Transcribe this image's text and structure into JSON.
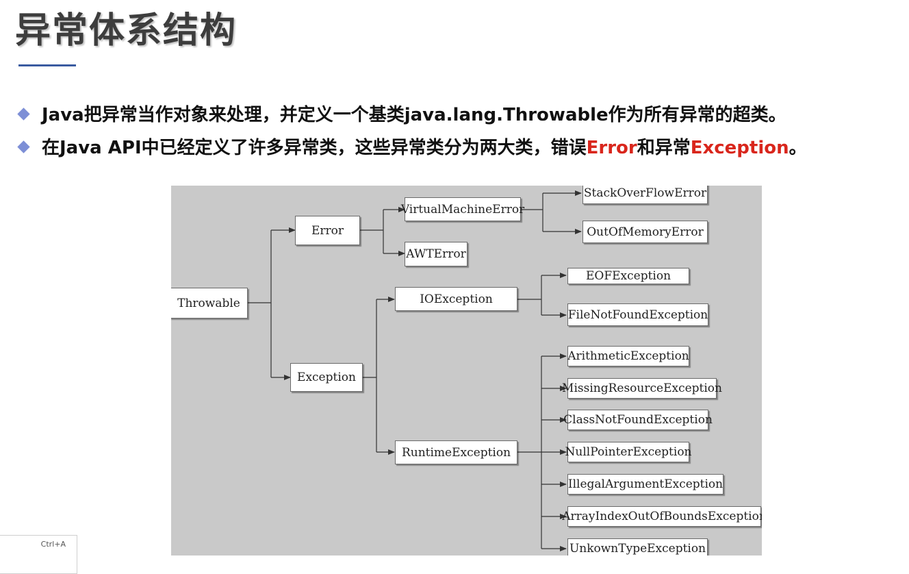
{
  "slide": {
    "title": "异常体系结构",
    "bullets": [
      {
        "text": "Java把异常当作对象来处理，并定义一个基类java.lang.Throwable作为所有异常的超类。"
      },
      {
        "text_before": "在Java API中已经定义了许多异常类，这些异常类分为两大类，错误",
        "error_word": "Error",
        "text_middle": "和异常",
        "exception_word": "Exception",
        "text_after": "。"
      }
    ]
  },
  "diagram": {
    "nodes": {
      "throwable": "Throwable",
      "error": "Error",
      "exception": "Exception",
      "vm_error": "VirtualMachineError",
      "awt_error": "AWTError",
      "stack_overflow": "StackOverFlowError",
      "out_of_memory": "OutOfMemoryError",
      "io_exception": "IOException",
      "eof_exception": "EOFException",
      "file_not_found": "FileNotFoundException",
      "runtime_exception": "RuntimeException",
      "arithmetic": "ArithmeticException",
      "missing_resource": "MissingResourceException",
      "class_not_found": "ClassNotFoundException",
      "null_pointer": "NullPointerException",
      "illegal_argument": "IllegalArgumentException",
      "array_index": "ArrayIndexOutOfBoundsException",
      "unknown_type": "UnkownTypeException"
    }
  },
  "shortcut_hint": "Ctrl+A",
  "colors": {
    "accent_red": "#d9261c",
    "bullet_diamond": "#7d8fd6",
    "diagram_bg": "#c9c9c9"
  }
}
